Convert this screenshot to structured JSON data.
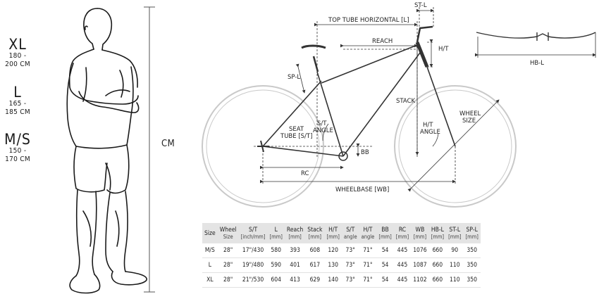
{
  "sizes": [
    {
      "name": "XL",
      "range": "180 - 200 CM"
    },
    {
      "name": "L",
      "range": "165 - 185 CM"
    },
    {
      "name": "M/S",
      "range": "150 - 170 CM"
    }
  ],
  "height_axis_label": "CM",
  "labels": {
    "st_l": "ST-L",
    "top_tube": "TOP TUBE HORIZONTAL [L]",
    "reach": "REACH",
    "ht": "H/T",
    "sp_l": "SP-L",
    "stack": "STACK",
    "seat_tube_1": "SEAT",
    "seat_tube_2": "TUBE [S/T]",
    "st_angle_1": "S/T",
    "st_angle_2": "ANGLE",
    "ht_angle_1": "H/T",
    "ht_angle_2": "ANGLE",
    "wheel_size_1": "WHEEL",
    "wheel_size_2": "SIZE",
    "bb": "BB",
    "rc": "RC",
    "wheelbase": "WHEELBASE [WB]",
    "hb_l": "HB-L"
  },
  "table": {
    "headers": [
      {
        "label": "Size",
        "unit": ""
      },
      {
        "label": "Wheel",
        "unit": "Size"
      },
      {
        "label": "S/T",
        "unit": "[inch/mm]"
      },
      {
        "label": "L",
        "unit": "[mm]"
      },
      {
        "label": "Reach",
        "unit": "[mm]"
      },
      {
        "label": "Stack",
        "unit": "[mm]"
      },
      {
        "label": "H/T",
        "unit": "[mm]"
      },
      {
        "label": "S/T",
        "unit": "angle"
      },
      {
        "label": "H/T",
        "unit": "angle"
      },
      {
        "label": "BB",
        "unit": "[mm]"
      },
      {
        "label": "RC",
        "unit": "[mm]"
      },
      {
        "label": "WB",
        "unit": "[mm]"
      },
      {
        "label": "HB-L",
        "unit": "[mm]"
      },
      {
        "label": "ST-L",
        "unit": "[mm]"
      },
      {
        "label": "SP-L",
        "unit": "[mm]"
      }
    ],
    "rows": [
      [
        "M/S",
        "28\"",
        "17\"/430",
        "580",
        "393",
        "608",
        "120",
        "73°",
        "71°",
        "54",
        "445",
        "1076",
        "660",
        "90",
        "350"
      ],
      [
        "L",
        "28\"",
        "19\"/480",
        "590",
        "401",
        "617",
        "130",
        "73°",
        "71°",
        "54",
        "445",
        "1087",
        "660",
        "110",
        "350"
      ],
      [
        "XL",
        "28\"",
        "21\"/530",
        "604",
        "413",
        "629",
        "140",
        "73°",
        "71°",
        "54",
        "445",
        "1102",
        "660",
        "110",
        "350"
      ]
    ]
  },
  "colors": {
    "line": "#1a1a1a",
    "wheel": "#c9c9c9",
    "dim": "#333333",
    "header_bg": "#e4e4e4"
  }
}
